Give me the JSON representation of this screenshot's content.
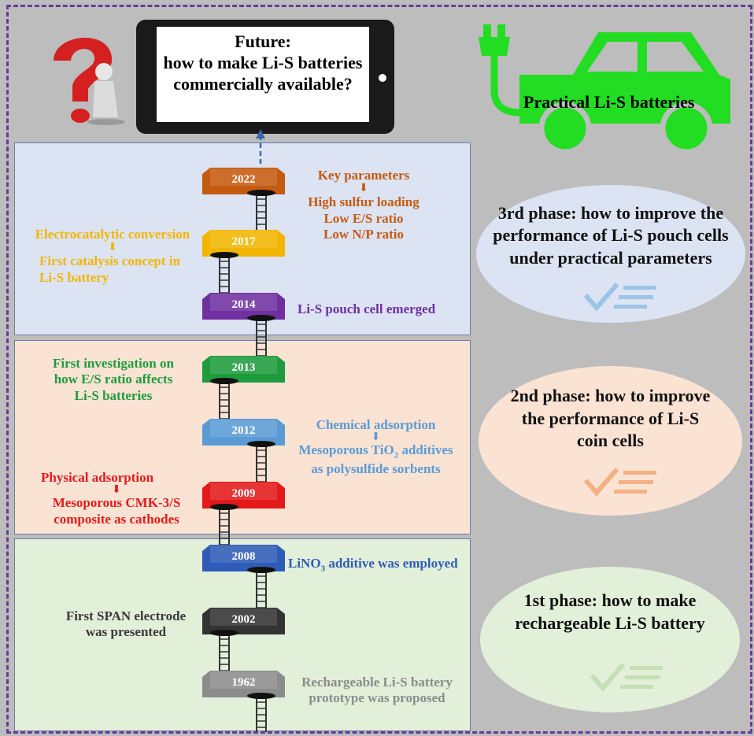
{
  "colors": {
    "bg": "#bdbdbd",
    "frame": "#6a3a9a",
    "phase3_panel": "#dce3f3",
    "phase2_panel": "#fbe3d4",
    "phase1_panel": "#e2efd9",
    "car": "#22dd22"
  },
  "tablet": {
    "line1": "Future:",
    "line2": "how to make Li-S batteries",
    "line3": "commercially available?"
  },
  "car": {
    "label": "Practical Li-S batteries"
  },
  "milestones": [
    {
      "year": "2022",
      "color": "#c55a11"
    },
    {
      "year": "2017",
      "color": "#f2b600"
    },
    {
      "year": "2014",
      "color": "#7030a0"
    },
    {
      "year": "2013",
      "color": "#1e9b3c"
    },
    {
      "year": "2012",
      "color": "#5b9bd5"
    },
    {
      "year": "2009",
      "color": "#e41a1a"
    },
    {
      "year": "2008",
      "color": "#2e5cb8"
    },
    {
      "year": "2002",
      "color": "#333333"
    },
    {
      "year": "1962",
      "color": "#8c8c8c"
    }
  ],
  "notes": {
    "n2022": {
      "top": "Key parameters",
      "lines": [
        "High sulfur loading",
        "Low E/S ratio",
        "Low N/P ratio"
      ]
    },
    "n2017": {
      "top": "Electrocatalytic conversion",
      "bottom1": "First catalysis concept in",
      "bottom2": "Li-S battery"
    },
    "n2014": "Li-S pouch cell emerged",
    "n2013": [
      "First investigation on",
      "how E/S ratio affects",
      "Li-S batteries"
    ],
    "n2012": {
      "top": "Chemical adsorption",
      "b1": "Mesoporous TiO",
      "b1_sub": "2",
      "b1_end": " additives",
      "b2": "as polysulfide sorbents"
    },
    "n2009": {
      "top": "Physical adsorption",
      "b1": "Mesoporous CMK-3/S",
      "b2": "composite as cathodes"
    },
    "n2008": {
      "a": "LiNO",
      "sub": "3",
      "b": " additive was employed"
    },
    "n2002": [
      "First SPAN electrode",
      "was presented"
    ],
    "n1962": [
      "Rechargeable Li-S battery",
      "prototype was proposed"
    ]
  },
  "phases": [
    {
      "lines": [
        "3rd phase: how to improve the",
        "performance of Li-S pouch cells",
        "under practical parameters"
      ],
      "fill": "#dce3f3",
      "check": "#9dc3e6"
    },
    {
      "lines": [
        "2nd phase: how to improve",
        "the performance of Li-S",
        "coin cells"
      ],
      "fill": "#fbe3d4",
      "check": "#f4b183"
    },
    {
      "lines": [
        "1st phase: how to make",
        "rechargeable Li-S battery"
      ],
      "fill": "#e2efd9",
      "check": "#c5e0b4"
    }
  ]
}
